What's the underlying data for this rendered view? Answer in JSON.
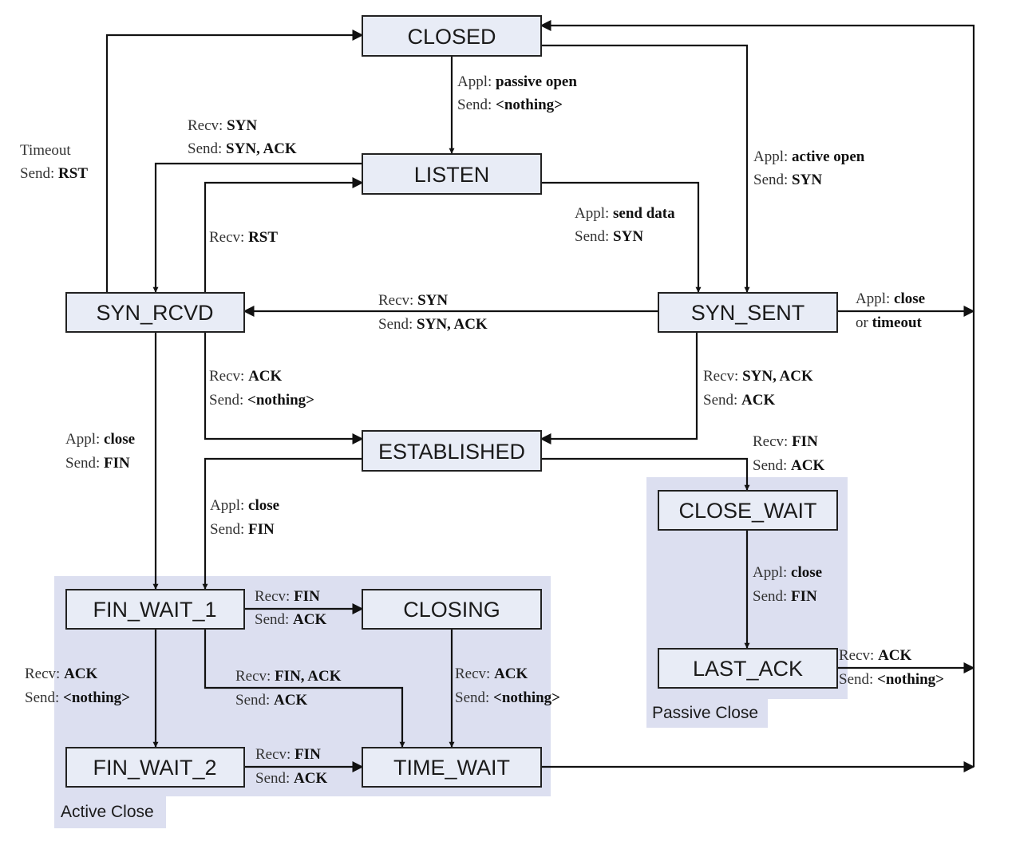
{
  "states": {
    "closed": "CLOSED",
    "listen": "LISTEN",
    "syn_rcvd": "SYN_RCVD",
    "syn_sent": "SYN_SENT",
    "established": "ESTABLISHED",
    "close_wait": "CLOSE_WAIT",
    "last_ack": "LAST_ACK",
    "fin_wait_1": "FIN_WAIT_1",
    "closing": "CLOSING",
    "fin_wait_2": "FIN_WAIT_2",
    "time_wait": "TIME_WAIT"
  },
  "regions": {
    "passive_close": "Passive Close",
    "active_close": "Active Close"
  },
  "transitions": {
    "closed_to_listen": {
      "l1": "Appl:",
      "v1": "passive open",
      "l2": "Send:",
      "v2": "<nothing>"
    },
    "closed_to_syn_sent": {
      "l1": "Appl:",
      "v1": "active open",
      "l2": "Send:",
      "v2": "SYN"
    },
    "listen_to_syn_rcvd": {
      "l1": "Recv:",
      "v1": "SYN",
      "l2": "Send:",
      "v2": "SYN, ACK"
    },
    "syn_rcvd_timeout": {
      "l1": "Timeout",
      "v1": "",
      "l2": "Send:",
      "v2": "RST"
    },
    "syn_rcvd_to_listen": {
      "l1": "Recv:",
      "v1": "RST"
    },
    "listen_to_syn_sent": {
      "l1": "Appl:",
      "v1": "send data",
      "l2": "Send:",
      "v2": "SYN"
    },
    "syn_sent_to_syn_rcvd": {
      "l1": "Recv:",
      "v1": "SYN",
      "l2": "Send:",
      "v2": "SYN, ACK"
    },
    "syn_sent_to_closed": {
      "l1": "Appl:",
      "v1": "close",
      "l2": "or",
      "v2": "timeout"
    },
    "syn_rcvd_to_established": {
      "l1": "Recv:",
      "v1": "ACK",
      "l2": "Send:",
      "v2": "<nothing>"
    },
    "syn_sent_to_established": {
      "l1": "Recv:",
      "v1": "SYN, ACK",
      "l2": "Send:",
      "v2": "ACK"
    },
    "established_to_close_wait": {
      "l1": "Recv:",
      "v1": "FIN",
      "l2": "Send:",
      "v2": "ACK"
    },
    "syn_rcvd_to_fin_wait_1": {
      "l1": "Appl:",
      "v1": "close",
      "l2": "Send:",
      "v2": "FIN"
    },
    "established_to_fin_wait_1": {
      "l1": "Appl:",
      "v1": "close",
      "l2": "Send:",
      "v2": "FIN"
    },
    "close_wait_to_last_ack": {
      "l1": "Appl:",
      "v1": "close",
      "l2": "Send:",
      "v2": "FIN"
    },
    "last_ack_to_closed": {
      "l1": "Recv:",
      "v1": "ACK",
      "l2": "Send:",
      "v2": "<nothing>"
    },
    "fin_wait_1_to_closing": {
      "l1": "Recv:",
      "v1": "FIN",
      "l2": "Send:",
      "v2": "ACK"
    },
    "fin_wait_1_to_fin_wait_2": {
      "l1": "Recv:",
      "v1": "ACK",
      "l2": "Send:",
      "v2": "<nothing>"
    },
    "fin_wait_1_to_time_wait": {
      "l1": "Recv:",
      "v1": "FIN, ACK",
      "l2": "Send:",
      "v2": "ACK"
    },
    "closing_to_time_wait": {
      "l1": "Recv:",
      "v1": "ACK",
      "l2": "Send:",
      "v2": "<nothing>"
    },
    "fin_wait_2_to_time_wait": {
      "l1": "Recv:",
      "v1": "FIN",
      "l2": "Send:",
      "v2": "ACK"
    }
  }
}
